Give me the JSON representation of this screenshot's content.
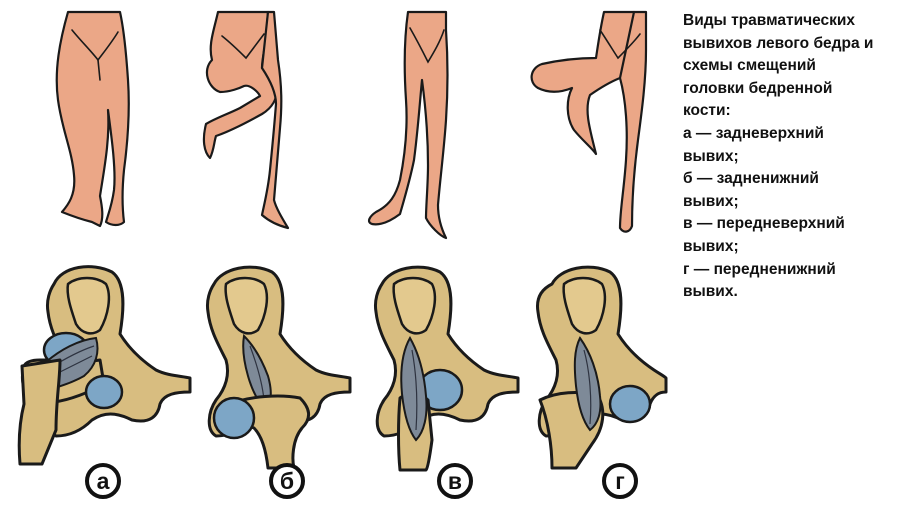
{
  "caption": {
    "lines": [
      "Виды травматических",
      "вывихов левого бедра и",
      "схемы смещений",
      "головки бедренной",
      "кости:",
      "а — задневерхний",
      "вывих;",
      "б — задненижний",
      "вывих;",
      "в — передневерхний",
      "вывих;",
      "г — передненижний",
      "вывих."
    ]
  },
  "labels": {
    "a": "а",
    "b": "б",
    "v": "в",
    "g": "г"
  },
  "colors": {
    "skin": "#EBA787",
    "bone": "#D8BD80",
    "femoral_head": "#7DA6C6",
    "ligament": "#7E8A98",
    "outline": "#1a1a1a"
  }
}
